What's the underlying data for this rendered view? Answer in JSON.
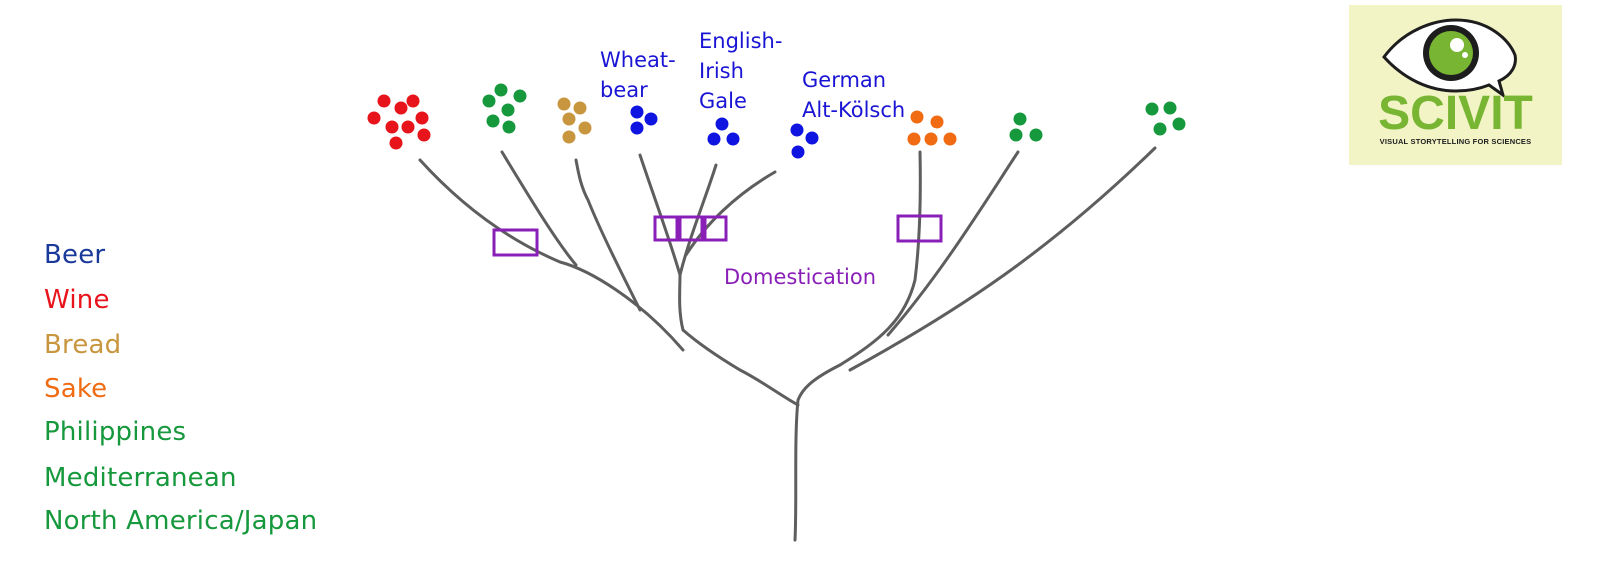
{
  "legend": [
    {
      "label": "Beer",
      "color": "#1a3a9a"
    },
    {
      "label": "Wine",
      "color": "#e8141b"
    },
    {
      "label": "Bread",
      "color": "#c8963e"
    },
    {
      "label": "Sake",
      "color": "#f06b12"
    },
    {
      "label": "Philippines",
      "color": "#16983c"
    },
    {
      "label": "Mediterranean",
      "color": "#16983c"
    },
    {
      "label": "North America/Japan",
      "color": "#16983c"
    }
  ],
  "clade_labels": {
    "wheat_beer": "Wheat-\nbear",
    "english_irish": "English-\nIrish\nGale",
    "german_alt": "German\nAlt-Kölsch"
  },
  "domestication_label": "Domestication",
  "clade_colors": {
    "wine": "#e8141b",
    "philippines": "#16983c",
    "bread": "#c8963e",
    "beer": "#0f14e0",
    "sake": "#f06b12",
    "mediterranean": "#16983c",
    "north_america_japan": "#16983c"
  },
  "label_color": "#1a14d4",
  "domestication_color": "#8a1fb8",
  "logo": {
    "name": "SCIVIT",
    "tagline": "VISUAL STORYTELLING FOR SCIENCES",
    "icon": "eye-speech-bubble-icon",
    "bg": "#f2f4c6",
    "accent": "#78b532"
  }
}
